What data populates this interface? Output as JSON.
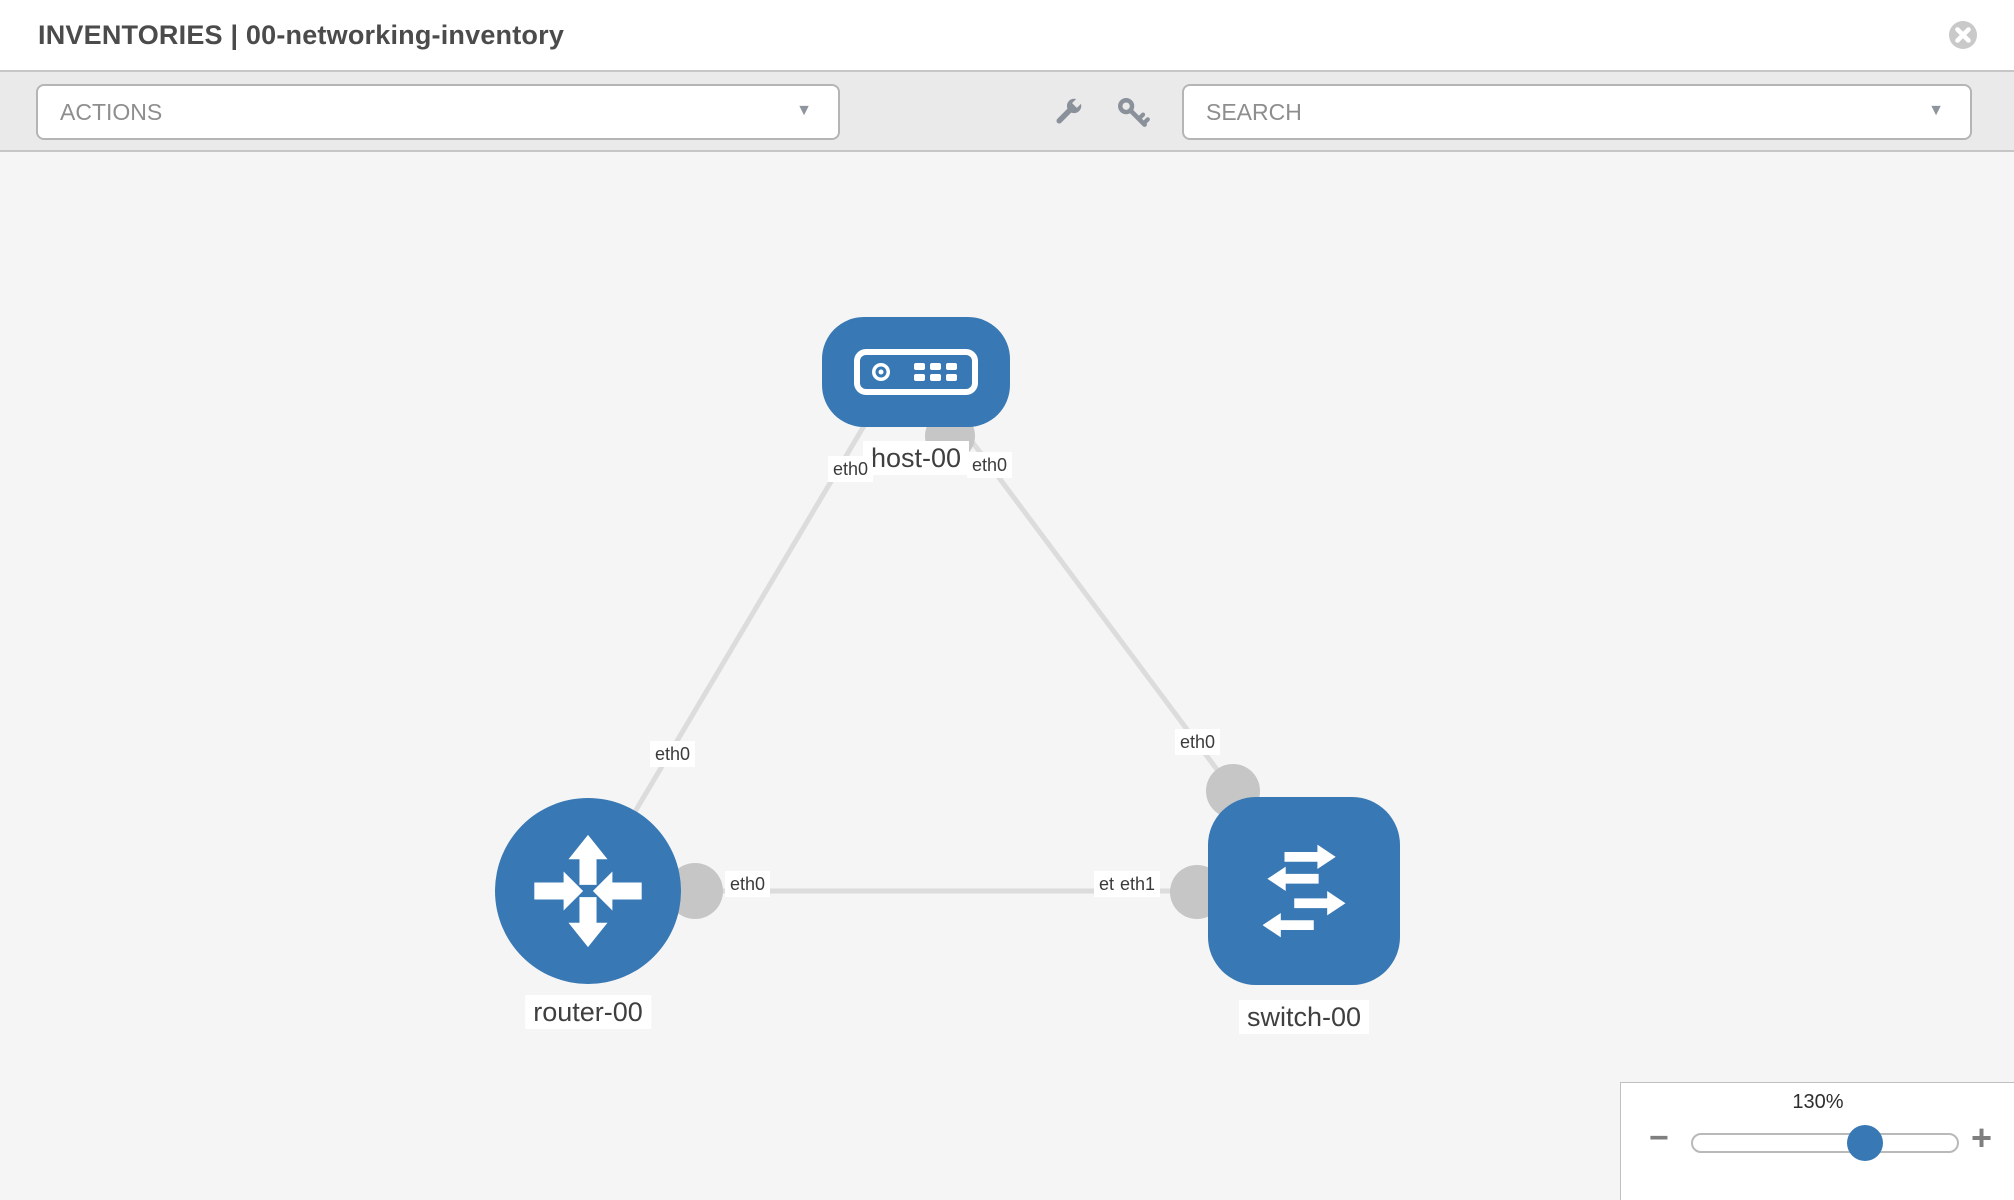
{
  "header": {
    "title": "INVENTORIES | 00-networking-inventory",
    "close_icon": "x-circle"
  },
  "toolbar": {
    "actions_label": "ACTIONS",
    "search_label": "SEARCH",
    "caret": "▼",
    "icons": [
      "wrench-icon",
      "key-icon"
    ]
  },
  "graph": {
    "nodes": [
      {
        "label": "host-00",
        "type": "host"
      },
      {
        "label": "router-00",
        "type": "router"
      },
      {
        "label": "switch-00",
        "type": "switch"
      }
    ],
    "links": [
      {
        "source": "host-00",
        "target": "router-00",
        "source_interface": "eth0",
        "target_interface": "eth0"
      },
      {
        "source": "host-00",
        "target": "switch-00",
        "source_interface": "eth0",
        "target_interface": "eth0"
      },
      {
        "source": "router-00",
        "target": "switch-00",
        "source_interface": "eth0",
        "target_interface": "eth1"
      }
    ],
    "colors": {
      "node": "#3778b5",
      "link": "#dcdcdc",
      "interface_dot": "#c6c6c6",
      "canvas_bg": "#f5f5f5"
    }
  },
  "zoom_panel": {
    "level": "130%",
    "minus": "−",
    "plus": "+"
  }
}
